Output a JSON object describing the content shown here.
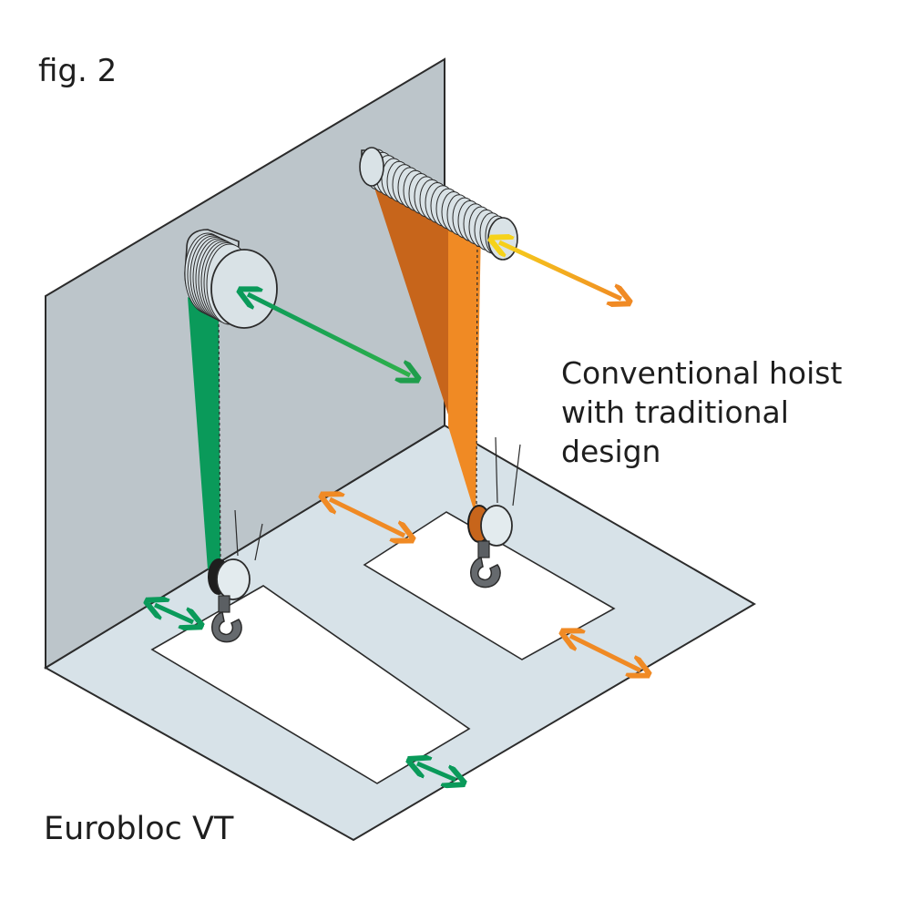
{
  "figure_label": "fig. 2",
  "labels": {
    "conventional": [
      "Conventional hoist",
      "with traditional",
      "design"
    ],
    "eurobloc": "Eurobloc VT"
  },
  "colors": {
    "wall": "#bcc5ca",
    "floor": "#d7e2e8",
    "outline": "#2b2b2b",
    "drum": "#d9e2e6",
    "green": "#0a9a5a",
    "orange": "#f08a24",
    "orange_dark": "#c7651b",
    "yellow": "#f6d21a",
    "hook": "#666a6e"
  },
  "icons": [
    "rope-drum-icon",
    "hook-block-icon",
    "double-arrow-icon"
  ]
}
